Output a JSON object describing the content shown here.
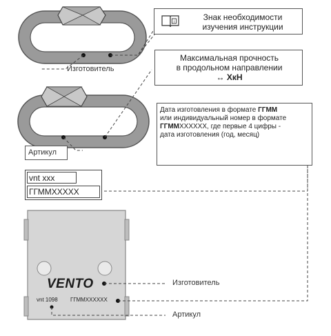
{
  "callouts": {
    "manual_sign": {
      "line1": "Знак необходимости",
      "line2": "изучения инструкции"
    },
    "max_strength": {
      "line1": "Максимальная прочность",
      "line2": "в продольном направлении",
      "value": "ХкН",
      "arrow": "↔"
    },
    "date_format": {
      "p1": "Дата изготовления в формате ",
      "p1_bold": "ГГММ",
      "p2": "или индивидуальный номер в формате",
      "p3_bold": "ГГММ",
      "p3": "ХХХХХХ, где первые 4 цифры -",
      "p4": "дата изготовления (год, месяц)"
    }
  },
  "labels": {
    "manufacturer_top": "Изготовитель",
    "article_box": "Артикул",
    "article_code": "vnt xxx",
    "article_serial": "ГГММХХХХХ",
    "manufacturer_bottom": "Изготовитель",
    "article_bottom": "Артикул"
  },
  "plate": {
    "brand": "VENTO",
    "code": "vnt 1098",
    "serial": "ГГММХХХХХХ"
  }
}
